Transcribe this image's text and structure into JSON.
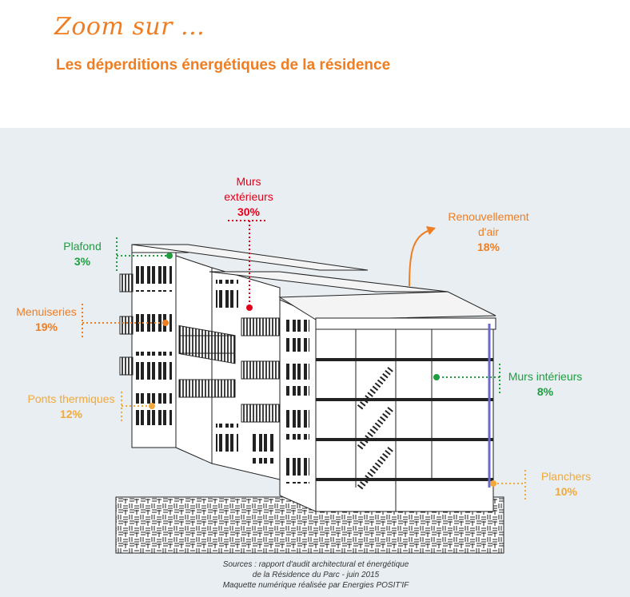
{
  "header": {
    "title": "Zoom sur ...",
    "subtitle": "Les déperditions énergétiques de la résidence"
  },
  "labels": {
    "murs_exterieurs": {
      "name_line1": "Murs",
      "name_line2": "extérieurs",
      "value": "30%",
      "color": "#e2001a"
    },
    "renouvellement_air": {
      "name_line1": "Renouvellement",
      "name_line2": "d'air",
      "value": "18%",
      "color": "#ef7d22"
    },
    "plafond": {
      "name": "Plafond",
      "value": "3%",
      "color": "#1e9e3f"
    },
    "menuiseries": {
      "name": "Menuiseries",
      "value": "19%",
      "color": "#ef7d22"
    },
    "murs_interieurs": {
      "name": "Murs intérieurs",
      "value": "8%",
      "color": "#1e9e3f"
    },
    "ponts_thermiques": {
      "name": "Ponts thermiques",
      "value": "12%",
      "color": "#f2a93b"
    },
    "planchers": {
      "name": "Planchers",
      "value": "10%",
      "color": "#f2a93b"
    }
  },
  "sources": {
    "line1": "Sources : rapport d'audit architectural et énergétique",
    "line2": "de la Résidence du Parc  - juin 2015",
    "line3": "Maquette numérique réalisée par Energies POSIT'IF"
  }
}
